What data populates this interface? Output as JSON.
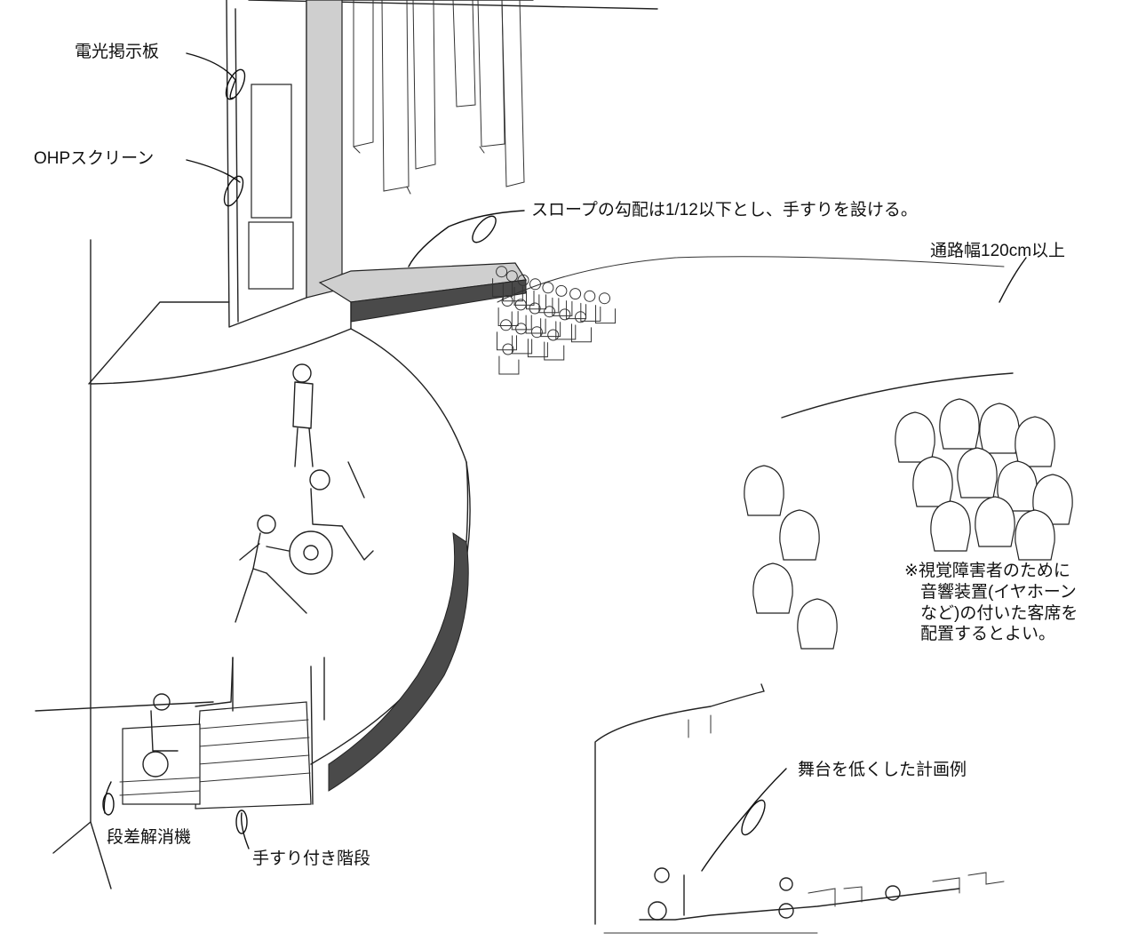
{
  "labels": {
    "signboard": "電光掲示板",
    "ohp_screen": "OHPスクリーン",
    "slope_note": "スロープの勾配は1/12以下とし、手すりを設ける。",
    "aisle_width": "通路幅120cm以上",
    "visual_note": [
      "※視覚障害者のために",
      "音響装置(イヤホーン",
      "など)の付いた客席を",
      "配置するとよい。"
    ],
    "step_eliminator": "段差解消機",
    "handrail_stairs": "手すり付き階段",
    "low_stage_example": "舞台を低くした計画例"
  },
  "colors": {
    "ink": "#111111",
    "shade": "#cfcfcf",
    "dark_fill": "#4a4a4a",
    "background": "#ffffff"
  }
}
